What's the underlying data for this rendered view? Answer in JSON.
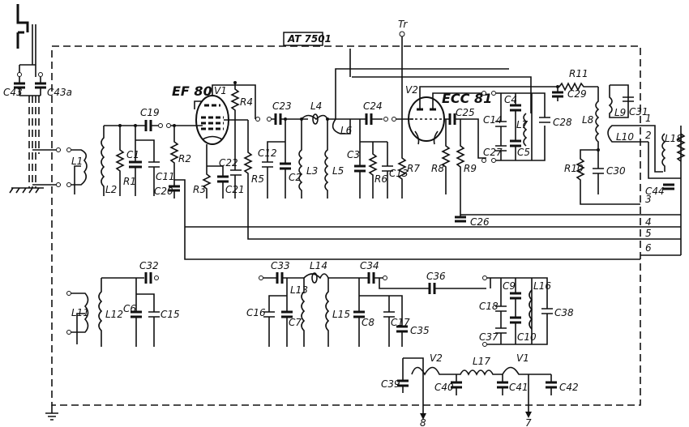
{
  "diagram": {
    "title_box": "AT 7501",
    "tube_types": {
      "v1": "EF 80",
      "v2": "ECC 81"
    },
    "feed_label": "Tr",
    "terminals": [
      "1",
      "2",
      "3",
      "4",
      "5",
      "6",
      "7",
      "8"
    ],
    "components": {
      "capacitors": [
        "C43",
        "C43a",
        "C19",
        "C1",
        "C11",
        "C20",
        "C21",
        "C22",
        "C23",
        "C12",
        "C2",
        "C24",
        "C3",
        "C13",
        "C25",
        "C26",
        "C27",
        "C14",
        "C4",
        "C5",
        "C28",
        "C29",
        "C31",
        "C30",
        "C44",
        "C32",
        "C6",
        "C15",
        "C33",
        "C16",
        "C7",
        "C34",
        "C8",
        "C17",
        "C35",
        "C36",
        "C9",
        "C18",
        "C37",
        "C10",
        "C38",
        "C39",
        "C40",
        "C41",
        "C42"
      ],
      "resistors": [
        "R1",
        "R2",
        "R3",
        "R4",
        "R5",
        "R6",
        "R7",
        "R8",
        "R9",
        "R10",
        "R11"
      ],
      "inductors": [
        "L1",
        "L2",
        "L3",
        "L4",
        "L5",
        "L6",
        "L7",
        "L8",
        "L9",
        "L10",
        "L11",
        "L12",
        "L13",
        "L14",
        "L15",
        "L16",
        "L17",
        "L18"
      ],
      "tubes": [
        "V1",
        "V2"
      ]
    },
    "labels": {
      "C43": "C43",
      "C43a": "C43a",
      "C19": "C19",
      "C1": "C1",
      "C11": "C11",
      "C20": "C20",
      "R1": "R1",
      "R2": "R2",
      "R3": "R3",
      "R4": "R4",
      "R5": "R5",
      "C21": "C21",
      "C22": "C22",
      "C23": "C23",
      "L1": "L1",
      "L2": "L2",
      "L3": "L3",
      "L4": "L4",
      "L5": "L5",
      "L6": "L6",
      "C12": "C12",
      "C2": "C2",
      "C24": "C24",
      "C3": "C3",
      "R6": "R6",
      "C13": "C13",
      "R7": "R7",
      "R8": "R8",
      "R9": "R9",
      "C25": "C25",
      "C26": "C26",
      "C27": "C27",
      "C14": "C14",
      "C4": "C4",
      "L7": "L7",
      "C5": "C5",
      "C28": "C28",
      "C29": "C29",
      "R11": "R11",
      "L8": "L8",
      "L9": "L9",
      "C31": "C31",
      "L10": "L10",
      "R10": "R10",
      "C30": "C30",
      "L18": "L18",
      "C44": "C44",
      "V1": "V1",
      "V2": "V2",
      "C32": "C32",
      "L11": "L11",
      "L12": "L12",
      "C6": "C6",
      "C15": "C15",
      "C33": "C33",
      "L14": "L14",
      "L13": "L13",
      "C16": "C16",
      "C7": "C7",
      "L15": "L15",
      "C34": "C34",
      "C8": "C8",
      "C17": "C17",
      "C35": "C35",
      "C36": "C36",
      "C9": "C9",
      "L16": "L16",
      "C18": "C18",
      "C38": "C38",
      "C37": "C37",
      "C10": "C10",
      "C39": "C39",
      "V2b": "V2",
      "C40": "C40",
      "L17": "L17",
      "V1b": "V1",
      "C41": "C41",
      "C42": "C42"
    }
  }
}
